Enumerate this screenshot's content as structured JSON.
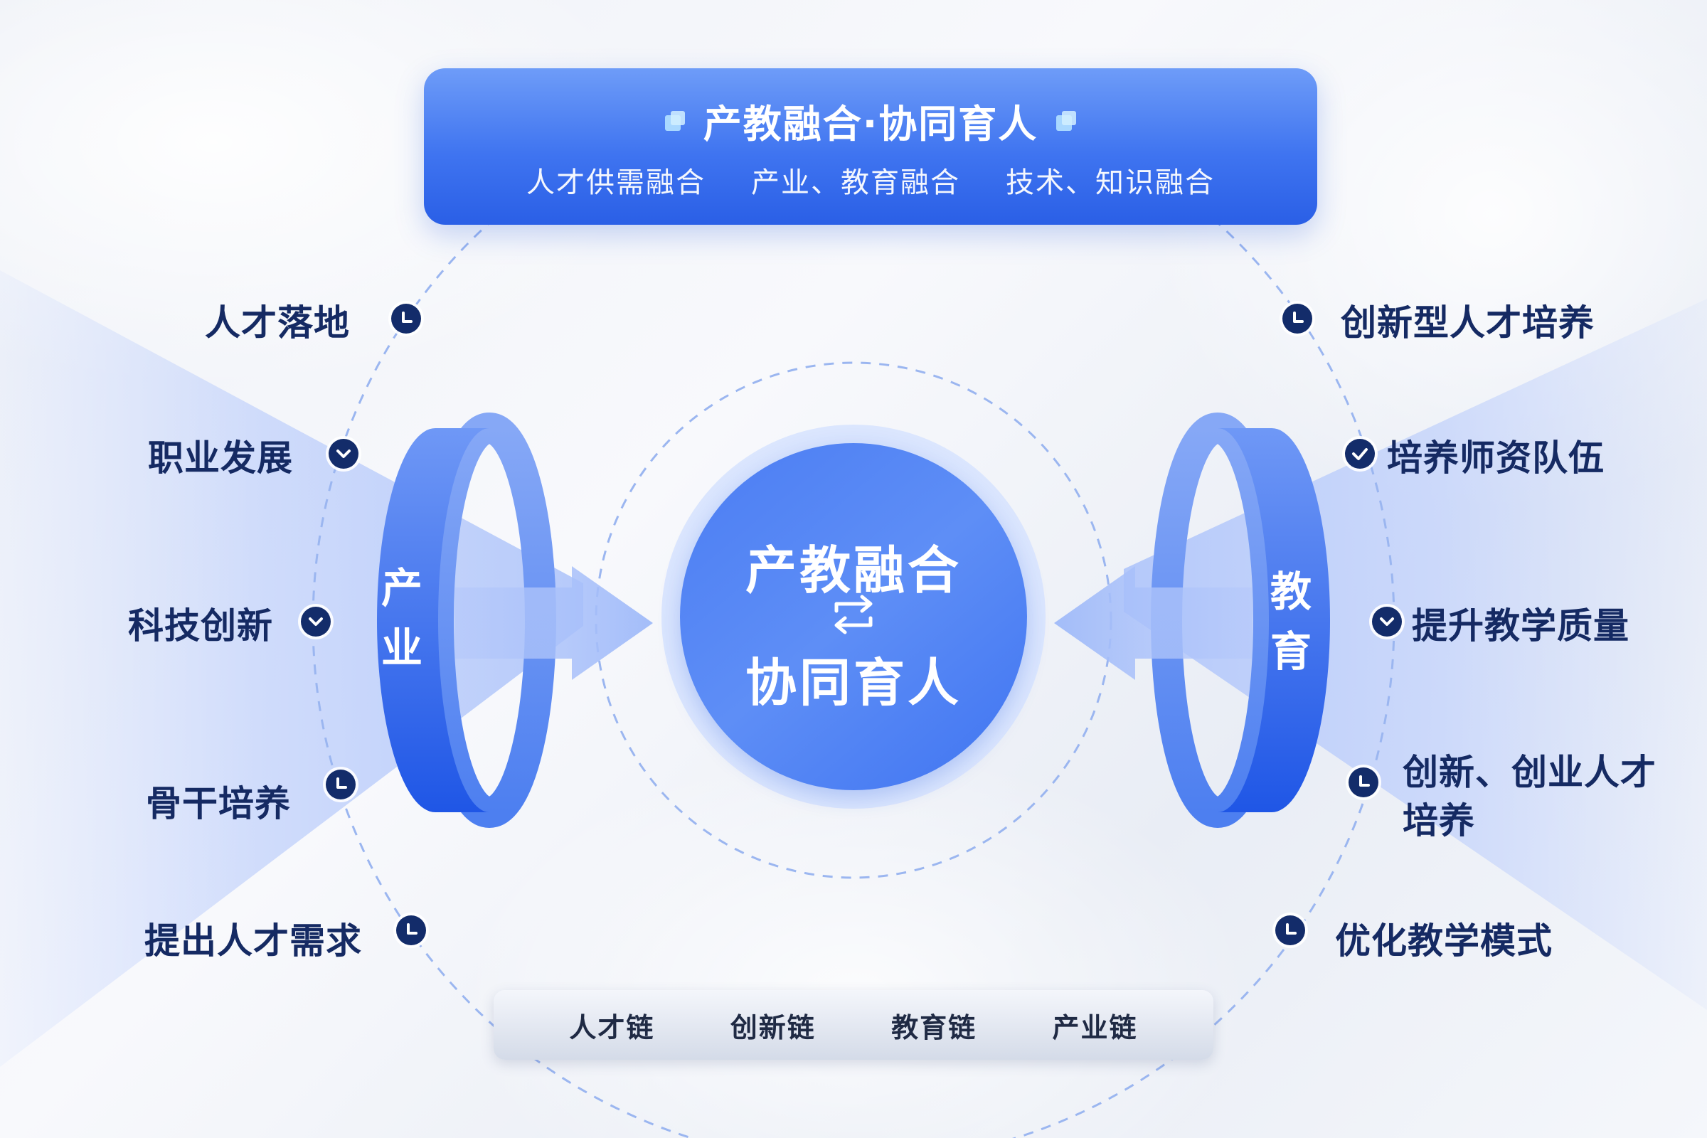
{
  "header": {
    "title": "产教融合·协同育人",
    "subtitles": [
      "人才供需融合",
      "产业、教育融合",
      "技术、知识融合"
    ]
  },
  "center": {
    "line1": "产教融合",
    "line2": "协同育人",
    "icon": "swap-arrows-icon"
  },
  "left_ring": {
    "label_chars": [
      "产",
      "业"
    ]
  },
  "right_ring": {
    "label_chars": [
      "教",
      "育"
    ]
  },
  "left_items": [
    {
      "label": "人才落地",
      "icon": "clock-icon"
    },
    {
      "label": "职业发展",
      "icon": "chevron-down-icon"
    },
    {
      "label": "科技创新",
      "icon": "chevron-down-icon"
    },
    {
      "label": "骨干培养",
      "icon": "clock-icon"
    },
    {
      "label": "提出人才需求",
      "icon": "clock-icon"
    }
  ],
  "right_items": [
    {
      "label": "创新型人才培养",
      "icon": "clock-icon"
    },
    {
      "label": "培养师资队伍",
      "icon": "check-icon"
    },
    {
      "label": "提升教学质量",
      "icon": "chevron-down-icon"
    },
    {
      "label": "创新、创业人才培养",
      "icon": "clock-icon"
    },
    {
      "label": "优化教学模式",
      "icon": "clock-icon"
    }
  ],
  "chains": [
    "人才链",
    "创新链",
    "教育链",
    "产业链"
  ],
  "colors": {
    "primary_blue": "#3f74f0",
    "light_blue": "#7fa6f7",
    "navy_text": "#152a63",
    "badge": "#132c6a"
  }
}
